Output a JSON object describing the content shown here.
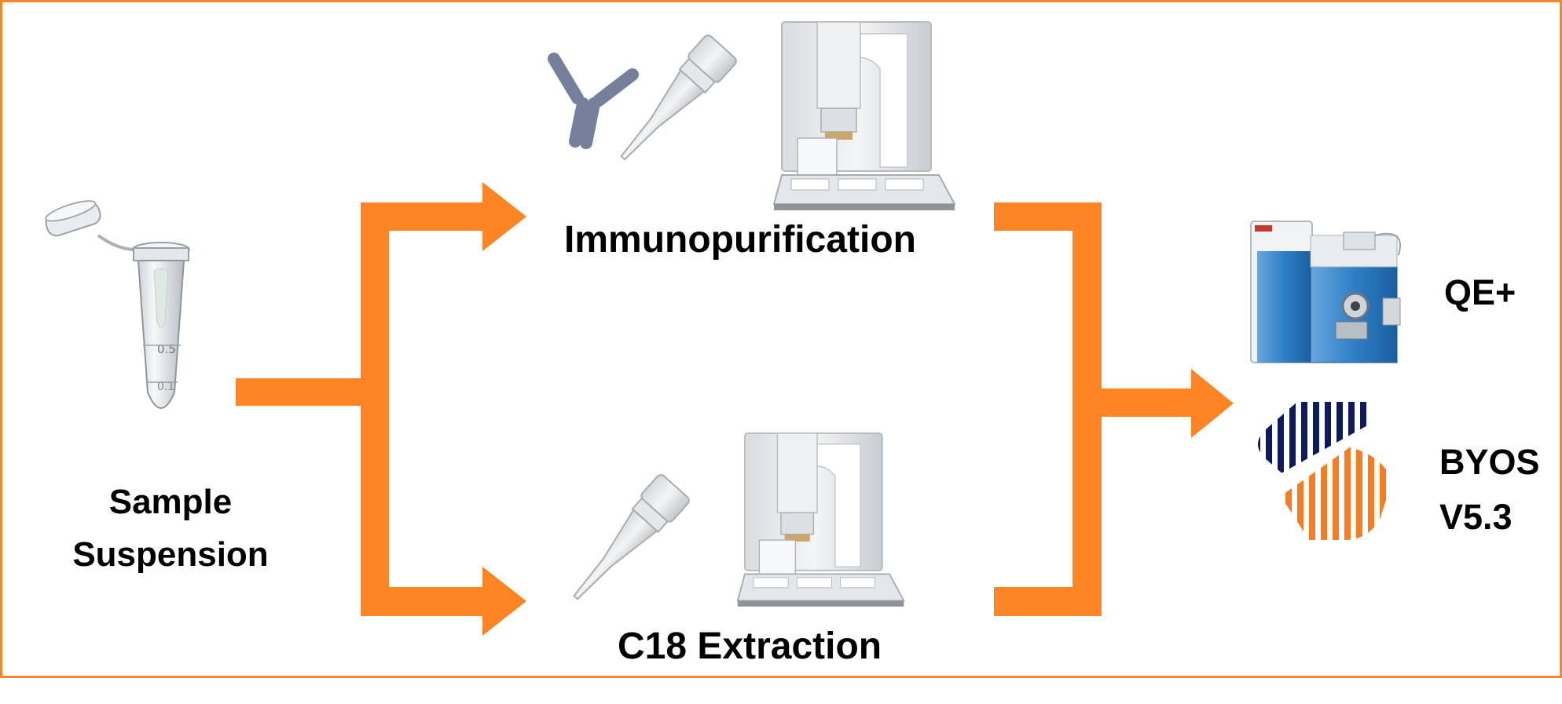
{
  "colors": {
    "frame": "#F0872A",
    "arrow": "#FF8424",
    "logo_navy": "#0D1A5E",
    "logo_orange": "#F57C20",
    "antibody": "#5E6A8C",
    "instrument_blue": "#2F7FC7"
  },
  "diagram": {
    "sample_label": "Sample\nSuspension",
    "immuno_label": "Immunopurification",
    "c18_label": "C18 Extraction",
    "ms_label": "QE+",
    "software_label_line1": "BYOS",
    "software_label_line2": "V5.3",
    "tube_marks": [
      "0.5",
      "0.1"
    ]
  },
  "icons": {
    "sample_tube": "microcentrifuge-tube-icon",
    "antibody": "antibody-icon",
    "pipette_tip": "pipette-tip-icon",
    "liquid_handler": "liquid-handler-robot-icon",
    "mass_spec": "mass-spectrometer-icon",
    "software_logo": "byos-logo-icon"
  }
}
